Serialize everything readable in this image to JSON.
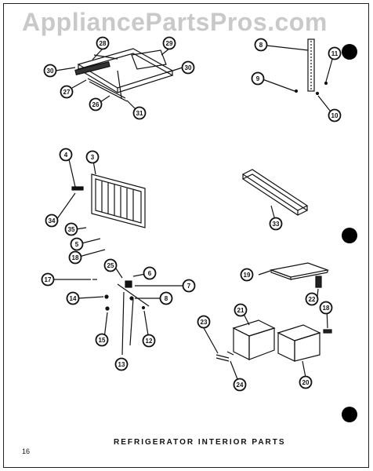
{
  "watermark": "AppliancePartsPros.com",
  "title": "REFRIGERATOR INTERIOR PARTS",
  "page_number": "16",
  "callouts": [
    "28",
    "29",
    "30",
    "30",
    "27",
    "26",
    "31",
    "8",
    "11",
    "9",
    "10",
    "4",
    "3",
    "34",
    "33",
    "35",
    "5",
    "18",
    "25",
    "6",
    "17",
    "7",
    "14",
    "8",
    "15",
    "12",
    "13",
    "19",
    "22",
    "18",
    "21",
    "23",
    "24",
    "20"
  ],
  "colors": {
    "ink": "#111111",
    "watermark": "#c9c9c9",
    "paper": "#ffffff"
  },
  "icons": [
    "filled-bullet-icon"
  ]
}
